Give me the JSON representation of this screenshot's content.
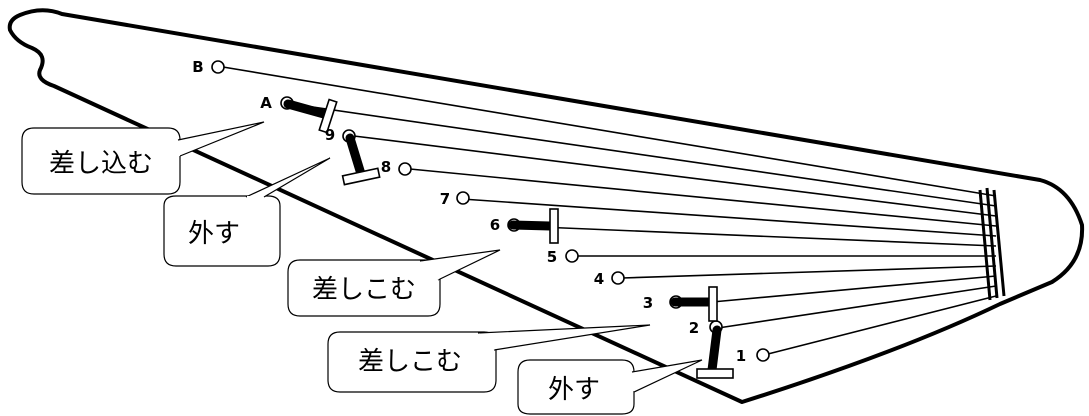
{
  "diagram": {
    "peg_labels": [
      "1",
      "2",
      "3",
      "4",
      "5",
      "6",
      "7",
      "8",
      "9",
      "A",
      "B"
    ],
    "callouts": [
      {
        "id": "insert-1",
        "text": "差し込む"
      },
      {
        "id": "remove-1",
        "text": "外す"
      },
      {
        "id": "insert-2",
        "text": "差しこむ"
      },
      {
        "id": "insert-3",
        "text": "差しこむ"
      },
      {
        "id": "remove-2",
        "text": "外す"
      }
    ],
    "colors": {
      "stroke": "#000000",
      "fill": "#ffffff"
    }
  }
}
